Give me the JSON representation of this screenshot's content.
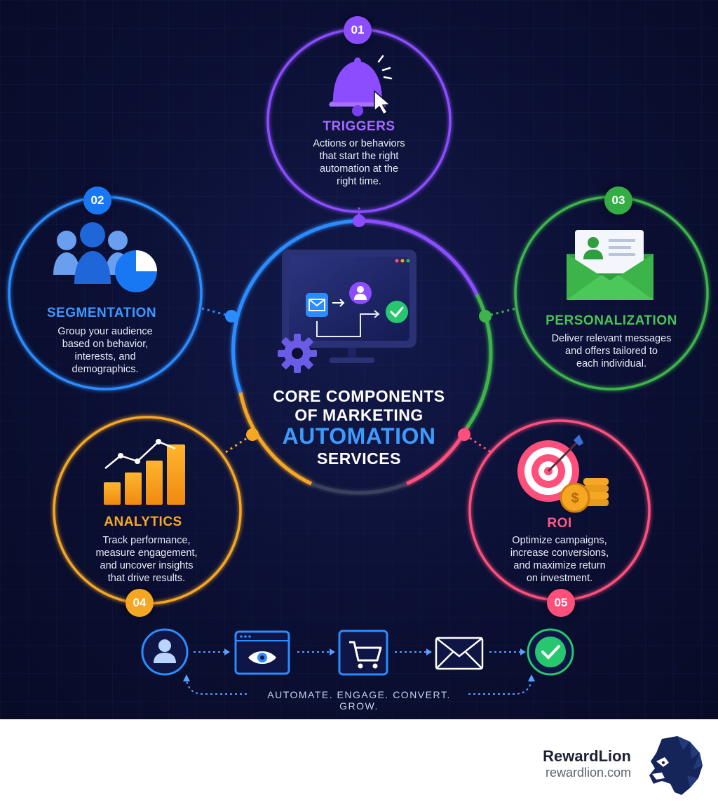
{
  "center": {
    "line1": "CORE COMPONENTS",
    "line2": "OF MARKETING",
    "line3": "AUTOMATION",
    "line4": "SERVICES"
  },
  "components": [
    {
      "number": "01",
      "title": "TRIGGERS",
      "lines": [
        "Actions or behaviors",
        "that start the right",
        "automation at the",
        "right time."
      ],
      "color": "#8b4dff",
      "icon": "bell-cursor-icon"
    },
    {
      "number": "02",
      "title": "SEGMENTATION",
      "lines": [
        "Group your audience",
        "based on behavior,",
        "interests, and",
        "demographics."
      ],
      "color": "#2b8cff",
      "icon": "audience-pie-icon"
    },
    {
      "number": "03",
      "title": "PERSONALIZATION",
      "lines": [
        "Deliver relevant messages",
        "and offers tailored to",
        "each individual."
      ],
      "color": "#3cb44a",
      "icon": "envelope-profile-icon"
    },
    {
      "number": "04",
      "title": "ANALYTICS",
      "lines": [
        "Track performance,",
        "measure engagement,",
        "and uncover insights",
        "that drive results."
      ],
      "color": "#f5a623",
      "icon": "bar-chart-icon"
    },
    {
      "number": "05",
      "title": "ROI",
      "lines": [
        "Optimize campaigns,",
        "increase conversions,",
        "and maximize return",
        "on investment."
      ],
      "color": "#ff4f7b",
      "icon": "target-coins-icon"
    }
  ],
  "flow": {
    "steps": [
      "user-icon",
      "browser-eye-icon",
      "cart-icon",
      "envelope-icon",
      "check-icon"
    ],
    "tagline": "AUTOMATE. ENGAGE. CONVERT. GROW."
  },
  "brand": {
    "name": "RewardLion",
    "url": "rewardlion.com",
    "logo_icon": "lion-head-icon"
  },
  "colors": {
    "background": "#0b0f33",
    "triggers": "#8b4dff",
    "segmentation": "#2b8cff",
    "personalization": "#3cb44a",
    "analytics": "#f5a623",
    "roi": "#ff4f7b",
    "flow_green": "#27c76f"
  }
}
